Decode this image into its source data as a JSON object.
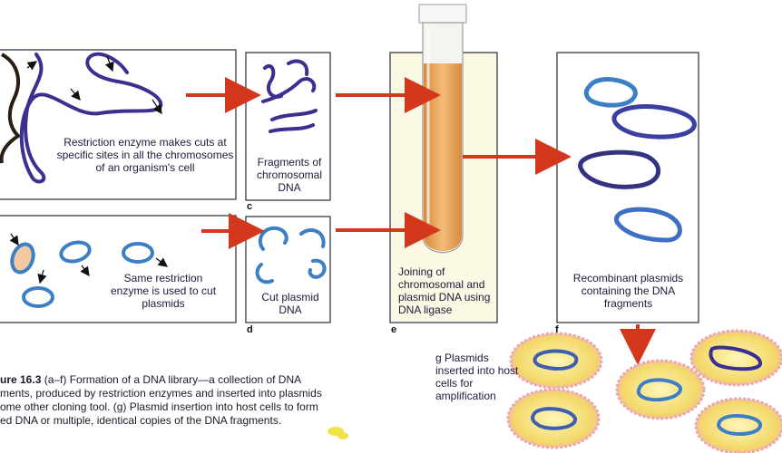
{
  "panels": {
    "a": {
      "text": "Restriction enzyme makes cuts at specific sites in all the chromosomes of an organism's cell"
    },
    "b": {
      "text": "Same restriction enzyme is used to cut plasmids"
    },
    "c": {
      "tag": "c",
      "text": "Fragments of chromosomal DNA"
    },
    "d": {
      "tag": "d",
      "text": "Cut plasmid DNA"
    },
    "e": {
      "tag": "e",
      "text": "Joining of chromosomal and plasmid DNA using DNA ligase"
    },
    "f": {
      "tag": "f",
      "text": "Recombinant plasmids containing the DNA fragments"
    },
    "g": {
      "text": "g  Plasmids inserted into host cells for amplification"
    }
  },
  "caption": {
    "line1_prefix": "ure 16.3",
    "line1": "  (a–f) Formation of a DNA library—a collection of DNA",
    "line2": "ments, produced by restriction enzymes and inserted into plasmids",
    "line3": "ome other cloning tool.  (g) Plasmid insertion into host cells to form",
    "line4": "ed DNA  or multiple, identical copies of the DNA fragments."
  },
  "colors": {
    "arrow": "#d4381c",
    "dna": "#3b2f8f",
    "plasmid": "#3d7fc4",
    "tube_liquid": "#e8a25a",
    "cell_fill": "#f4e07a",
    "cell_pink": "#f1b2b8",
    "panel_border": "#2a2a3a"
  }
}
